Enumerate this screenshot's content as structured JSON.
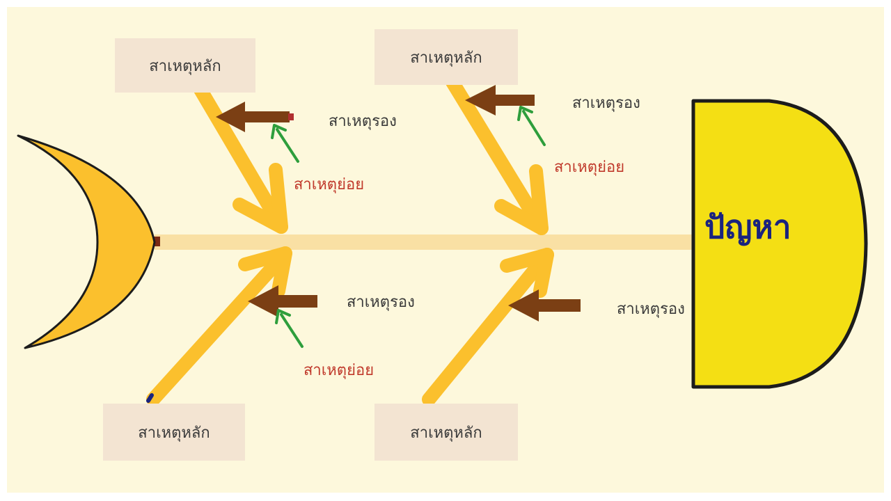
{
  "problem": "ปัญหา",
  "main_causes": [
    {
      "id": "top-left",
      "label": "สาเหตุหลัก"
    },
    {
      "id": "top-right",
      "label": "สาเหตุหลัก"
    },
    {
      "id": "bottom-left",
      "label": "สาเหตุหลัก"
    },
    {
      "id": "bottom-right",
      "label": "สาเหตุหลัก"
    }
  ],
  "sub_causes": [
    {
      "id": "top-left",
      "label": "สาเหตุรอง"
    },
    {
      "id": "top-right",
      "label": "สาเหตุรอง"
    },
    {
      "id": "bottom-left",
      "label": "สาเหตุรอง"
    },
    {
      "id": "bottom-right",
      "label": "สาเหตุรอง"
    }
  ],
  "minor_causes": [
    {
      "id": "top-left",
      "label": "สาเหตุย่อย"
    },
    {
      "id": "top-right",
      "label": "สาเหตุย่อย"
    },
    {
      "id": "bottom-left",
      "label": "สาเหตุย่อย"
    }
  ],
  "colors": {
    "background": "#fdf8dc",
    "bone": "#fbc02d",
    "spine": "#f9e0a4",
    "head": "#f4df14",
    "tail": "#fbc02d",
    "sub_arrow": "#7b3f14",
    "minor_arrow": "#2e9e3c",
    "problem_text": "#1a237e",
    "minor_text": "#c0392b"
  }
}
